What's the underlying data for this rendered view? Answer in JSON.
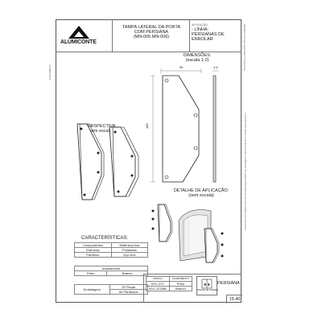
{
  "header": {
    "brand": "ALUMICONTE",
    "title_lines": [
      "TAMPA LATERAL DA PORTA",
      "COM PERSIANA",
      "(MN-005 MN-006)"
    ],
    "application_label": "APLICAÇÃO",
    "application_lines": [
      "- LINHA:",
      "PERSIANAS DE",
      "ENROLAR"
    ]
  },
  "side_note_left": "ALUMICONTE",
  "side_note_right_top": "Medidas e formas registradas © Alumiconte",
  "side_note_right_bottom": "A ALUMICONTE reserva-se ao direito de fazer modificações em qualquer informação descrita neste catálogo sem aviso prévio.",
  "dimensions": {
    "title": "DIMENSÕES:",
    "scale": "(escala 1:2)",
    "width_label": "95",
    "thickness_label": "4,5",
    "height_label": "189"
  },
  "perspective": {
    "title": "PERSPECTIVA:",
    "scale": "(sem escala)"
  },
  "application_detail": {
    "title": "DETALHE DE APLICAÇÃO:",
    "scale": "(sem escala)"
  },
  "characteristics": {
    "title": "CARACTERÍSTICAS:",
    "headers": [
      "Componentes",
      "Matéria-prima"
    ],
    "rows": [
      [
        "Estrutura",
        "Poliamida"
      ],
      [
        "Parafuso",
        "Aço inox"
      ]
    ]
  },
  "finish": {
    "title": "Acabamento",
    "values": [
      "Preto",
      "Branco"
    ]
  },
  "packaging": {
    "label": "Embalagem",
    "lines": [
      "20 Peças",
      "80 Parafusos"
    ]
  },
  "codes": {
    "headers": [
      "CÓDIGO",
      "ACABAMENTO"
    ],
    "rows": [
      [
        "NYL-372",
        "Preto"
      ],
      [
        "NYL-372NB",
        "Branco"
      ]
    ]
  },
  "footer": {
    "category": "PERSIANA",
    "note": "PORTAS DE CORRER",
    "page": "19.40"
  }
}
